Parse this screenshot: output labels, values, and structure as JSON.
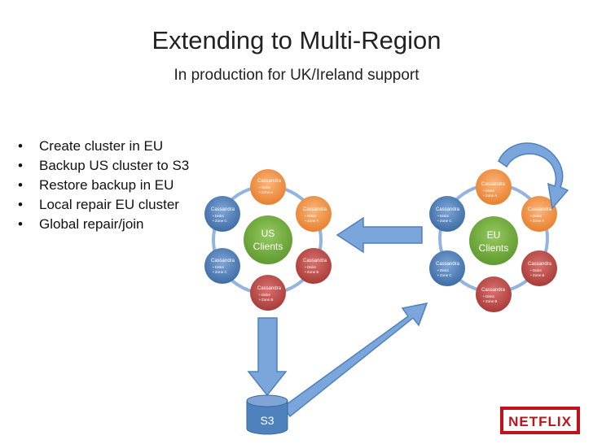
{
  "title": "Extending to Multi-Region",
  "subtitle": "In production for UK/Ireland support",
  "bullets": [
    "Create cluster in EU",
    "Backup US cluster to S3",
    "Restore backup in EU",
    "Local repair EU cluster",
    "Global repair/join"
  ],
  "us_ring": {
    "center_label_1": "US",
    "center_label_2": "Clients",
    "nodes": [
      {
        "title": "Cassandra",
        "line1": "• Disks",
        "line2": "• Zone A",
        "color": "#f79646"
      },
      {
        "title": "Cassandra",
        "line1": "• Disks",
        "line2": "• Zone A",
        "color": "#f79646"
      },
      {
        "title": "Cassandra",
        "line1": "• Disks",
        "line2": "• Zone B",
        "color": "#c0504d"
      },
      {
        "title": "Cassandra",
        "line1": "• Disks",
        "line2": "• Zone B",
        "color": "#c0504d"
      },
      {
        "title": "Cassandra",
        "line1": "• Disks",
        "line2": "• Zone C",
        "color": "#4f81bd"
      },
      {
        "title": "Cassandra",
        "line1": "• Disks",
        "line2": "• Zone C",
        "color": "#4f81bd"
      }
    ]
  },
  "eu_ring": {
    "center_label_1": "EU",
    "center_label_2": "Clients",
    "nodes": [
      {
        "title": "Cassandra",
        "line1": "• Disks",
        "line2": "• Zone A",
        "color": "#f79646"
      },
      {
        "title": "Cassandra",
        "line1": "• Disks",
        "line2": "• Zone A",
        "color": "#f79646"
      },
      {
        "title": "Cassandra",
        "line1": "• Disks",
        "line2": "• Zone B",
        "color": "#c0504d"
      },
      {
        "title": "Cassandra",
        "line1": "• Disks",
        "line2": "• Zone B",
        "color": "#c0504d"
      },
      {
        "title": "Cassandra",
        "line1": "• Disks",
        "line2": "• Zone C",
        "color": "#4f81bd"
      },
      {
        "title": "Cassandra",
        "line1": "• Disks",
        "line2": "• Zone C",
        "color": "#4f81bd"
      }
    ]
  },
  "s3_label": "S3",
  "logo_text": "NETFLIX",
  "colors": {
    "ring_line": "#92b4de",
    "client_fill": "#77b045",
    "arrow_fill": "#7aa6db",
    "arrow_stroke": "#4f81bd",
    "s3_fill": "#4f81bd",
    "logo_bg": "#c1121c"
  }
}
